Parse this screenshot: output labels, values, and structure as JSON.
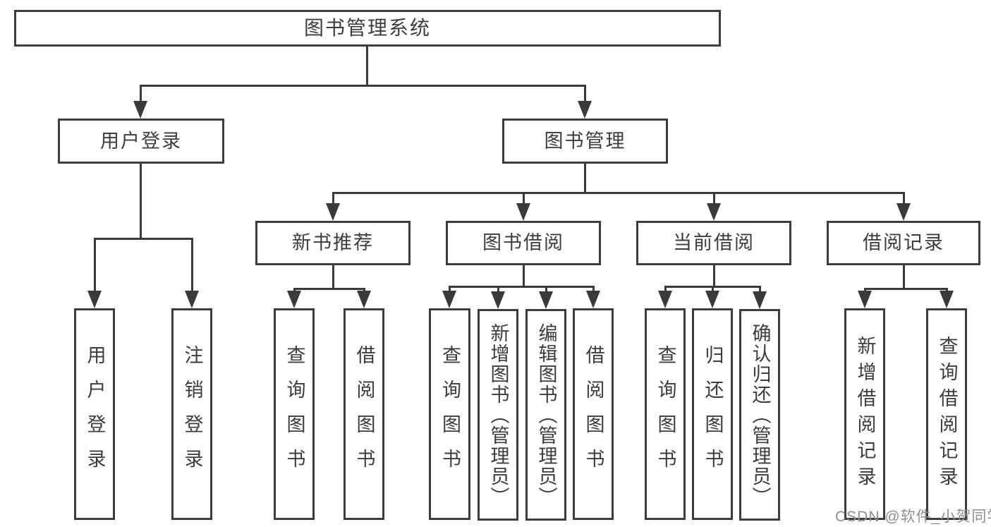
{
  "diagram": {
    "type": "tree",
    "title": "图书管理系统",
    "hierarchy": {
      "图书管理系统": {
        "用户登录": [
          "用户登录",
          "注销登录"
        ],
        "图书管理": {
          "新书推荐": [
            "查询图书",
            "借阅图书"
          ],
          "图书借阅": [
            "查询图书",
            "新增图书（管理员）",
            "编辑图书（管理员）",
            "借阅图书"
          ],
          "当前借阅": [
            "查询图书",
            "归还图书",
            "确认归还（管理员）"
          ],
          "借阅记录": [
            "新增借阅记录",
            "查询借阅记录"
          ]
        }
      }
    }
  },
  "nodes": {
    "root": {
      "label": "图书管理系统"
    },
    "user-login": {
      "label": "用户登录"
    },
    "book-management": {
      "label": "图书管理"
    },
    "new-book-recommend": {
      "label": "新书推荐"
    },
    "book-borrow": {
      "label": "图书借阅"
    },
    "current-borrow": {
      "label": "当前借阅"
    },
    "borrow-records": {
      "label": "借阅记录"
    },
    "leaf-user-login": {
      "label": "用户登录"
    },
    "leaf-logout": {
      "label": "注销登录"
    },
    "leaf-search-books-a": {
      "label": "查询图书"
    },
    "leaf-borrow-books-a": {
      "label": "借阅图书"
    },
    "leaf-search-books-b": {
      "label": "查询图书"
    },
    "leaf-add-books": {
      "label": "新增图书（管理员）"
    },
    "leaf-edit-books": {
      "label": "编辑图书（管理员）"
    },
    "leaf-borrow-books-b": {
      "label": "借阅图书"
    },
    "leaf-search-books-c": {
      "label": "查询图书"
    },
    "leaf-return-books": {
      "label": "归还图书"
    },
    "leaf-confirm-return": {
      "label": "确认归还（管理员）"
    },
    "leaf-add-borrow-record": {
      "label": "新增借阅记录"
    },
    "leaf-search-borrow-record": {
      "label": "查询借阅记录"
    }
  },
  "watermark": "CSDN @软件_小贺同学"
}
